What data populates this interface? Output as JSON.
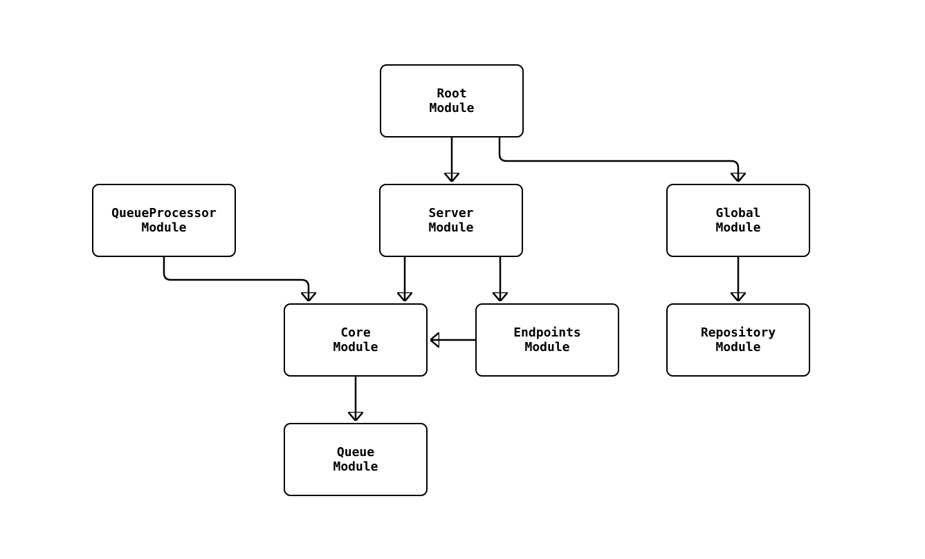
{
  "diagram": {
    "background_color": "#ffffff",
    "stroke_color": "#000000",
    "nodes": {
      "root": {
        "line1": "Root",
        "line2": "Module"
      },
      "queueprocessor": {
        "line1": "QueueProcessor",
        "line2": "Module"
      },
      "server": {
        "line1": "Server",
        "line2": "Module"
      },
      "global": {
        "line1": "Global",
        "line2": "Module"
      },
      "core": {
        "line1": "Core",
        "line2": "Module"
      },
      "endpoints": {
        "line1": "Endpoints",
        "line2": "Module"
      },
      "repository": {
        "line1": "Repository",
        "line2": "Module"
      },
      "queue": {
        "line1": "Queue",
        "line2": "Module"
      }
    },
    "edges": [
      {
        "from": "Root Module",
        "to": "Server Module"
      },
      {
        "from": "Root Module",
        "to": "Global Module"
      },
      {
        "from": "QueueProcessor Module",
        "to": "Core Module"
      },
      {
        "from": "Server Module",
        "to": "Core Module"
      },
      {
        "from": "Server Module",
        "to": "Endpoints Module"
      },
      {
        "from": "Endpoints Module",
        "to": "Core Module"
      },
      {
        "from": "Global Module",
        "to": "Repository Module"
      },
      {
        "from": "Core Module",
        "to": "Queue Module"
      }
    ]
  }
}
